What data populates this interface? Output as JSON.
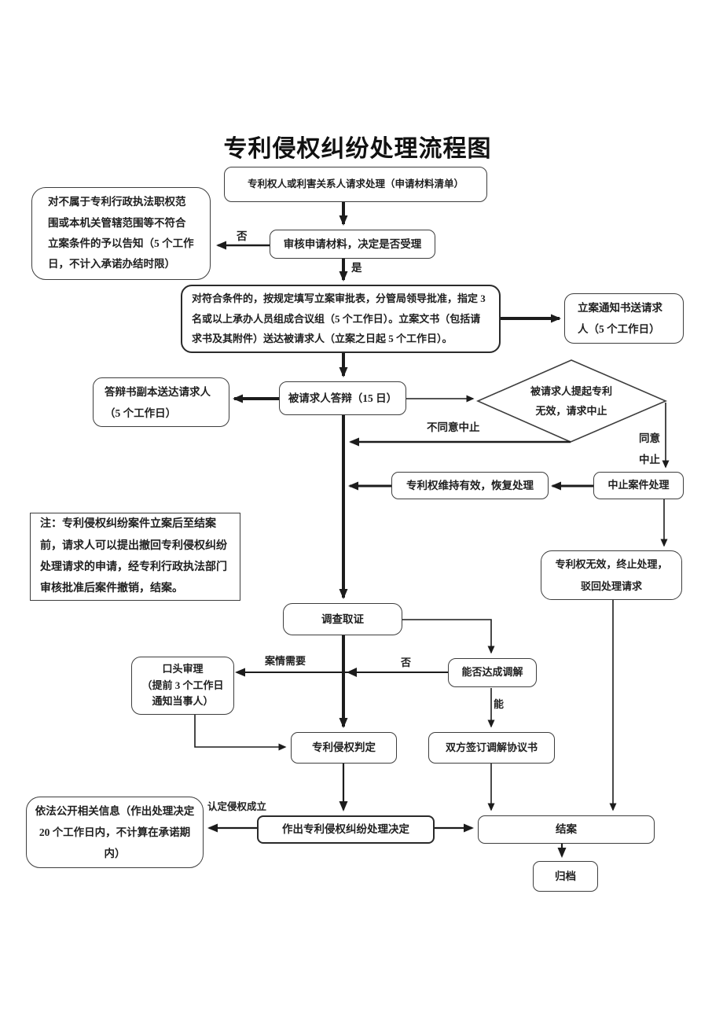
{
  "title": "专利侵权纠纷处理流程图",
  "nodes": {
    "request": "专利权人或利害关系人请求处理（申请材料清单）",
    "reject_notice": "对不属于专利行政执法职权范围或本机关管辖范围等不符合立案条件的予以告知（5 个工作日，不计入承诺办结时限）",
    "review": "审核申请材料，决定是否受理",
    "file_case": "对符合条件的，按规定填写立案审批表，分管局领导批准，指定 3 名或以上承办人员组成合议组（5 个工作日）。立案文书（包括请求书及其附件）送达被请求人（立案之日起 5 个工作日）。",
    "filing_notice": "立案通知书送请求人（5 个工作日）",
    "respondent_reply": "被请求人答辩（15 日）",
    "reply_copy": "答辩书副本送达请求人（5 个工作日）",
    "invalidation_check": "被请求人提起专利无效，请求中止",
    "suspend_case": "中止案件处理",
    "resume_processing": "专利权维持有效，恢复处理",
    "terminate": "专利权无效，终止处理，驳回处理请求",
    "note": "注：专利侵权纠纷案件立案后至结案前，请求人可以提出撤回专利侵权纠纷处理请求的申请，经专利行政执法部门审核批准后案件撤销，结案。",
    "investigate": "调查取证",
    "oral_hearing": "口头审理\n（提前 3 个工作日通知当事人）",
    "mediation_check": "能否达成调解",
    "infringement_judgment": "专利侵权判定",
    "sign_agreement": "双方签订调解协议书",
    "decision": "作出专利侵权纠纷处理决定",
    "close_case": "结案",
    "archive": "归档",
    "publish_info": "依法公开相关信息（作出处理决定 20 个工作日内，不计算在承诺期内）"
  },
  "edge_labels": {
    "reject_no": "否",
    "accept_yes": "是",
    "disagree_suspend": "不同意中止",
    "agree_suspend": "同意中止",
    "case_needs": "案情需要",
    "mediation_no": "否",
    "mediation_yes": "能",
    "infringement_established": "认定侵权成立"
  },
  "colors": {
    "line": "#1c1c1c",
    "text": "#1f1f1f",
    "box_border": "#3d3d3d",
    "background": "#ffffff"
  }
}
